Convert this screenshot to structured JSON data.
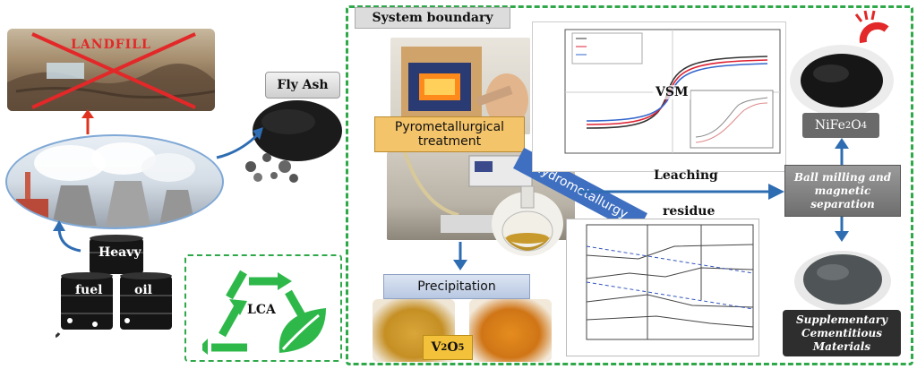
{
  "labels": {
    "landfill": "LANDFILL",
    "fly_ash": "Fly Ash",
    "heavy": "Heavy",
    "fuel": "fuel",
    "oil": "oil",
    "lca": "LCA",
    "system_boundary": "System boundary",
    "pyrometallurgical": "Pyrometallurgical treatment",
    "hydrometallurgy": "Hydrometallurgy",
    "precipitation": "Precipitation",
    "v2o5_main": "V",
    "v2o5_sub1": "2",
    "v2o5_mid": "O",
    "v2o5_sub2": "5",
    "vsm": "VSM",
    "leaching": "Leaching",
    "residue": "residue",
    "ball_milling": "Ball milling and magnetic separation",
    "nife2o4_a": "NiFe",
    "nife2o4_sub1": "2",
    "nife2o4_b": "O",
    "nife2o4_sub2": "4",
    "supplementary": "Supplementary Cementitious Materials"
  },
  "colors": {
    "dashed_border": "#2fa84a",
    "arrow_blue": "#2f6db3",
    "arrow_red": "#e0321e",
    "pyro_bg": "#f4c46a",
    "hydro_bg": "#3f6fc0",
    "precip_bg": "#cfd9ea",
    "v2o5_bg": "#f3c13a",
    "dark_box": "#555555",
    "cross_red": "#e22828",
    "recycle_green": "#2fb84a"
  },
  "icons": [
    "recycle-icon",
    "leaf-icon",
    "magnet-icon",
    "oil-barrel-icon"
  ]
}
